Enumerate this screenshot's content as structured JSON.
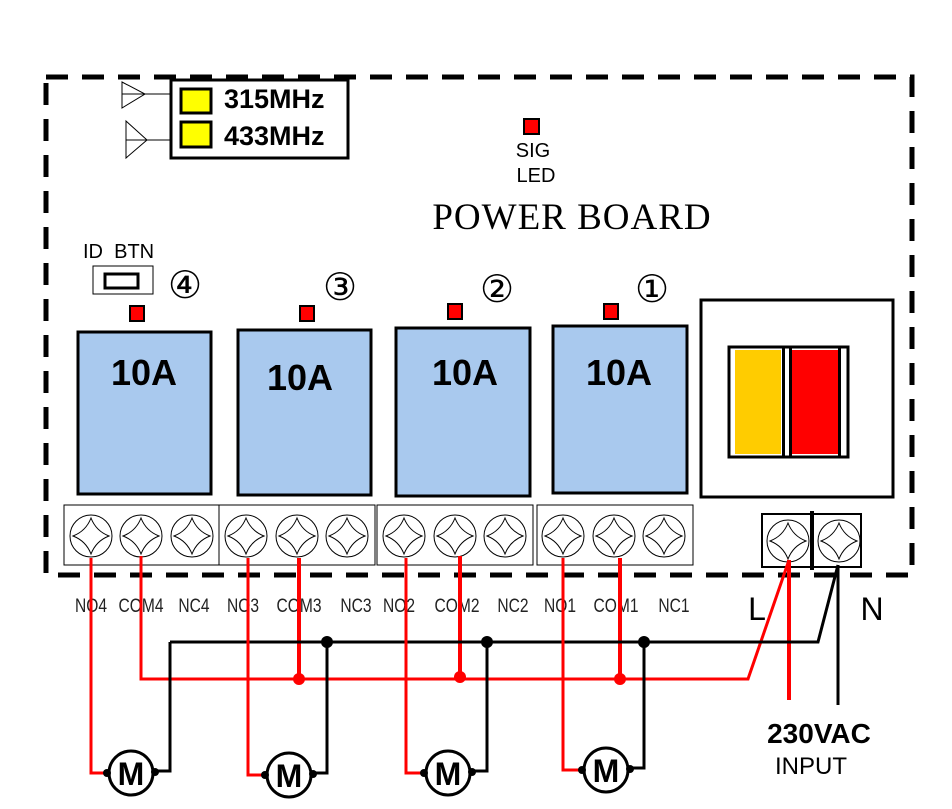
{
  "board": {
    "title": "POWER BOARD",
    "sig_led": {
      "line1": "SIG",
      "line2": "LED",
      "color": "#ff0000"
    },
    "id_button": {
      "label": "ID  BTN"
    },
    "frequencies": [
      {
        "label": "315MHz",
        "indicator_color": "#ffff00"
      },
      {
        "label": "433MHz",
        "indicator_color": "#ffff00"
      }
    ]
  },
  "relays": [
    {
      "channel": "④",
      "rating": "10A",
      "led_color": "#ff0000"
    },
    {
      "channel": "③",
      "rating": "10A",
      "led_color": "#ff0000"
    },
    {
      "channel": "②",
      "rating": "10A",
      "led_color": "#ff0000"
    },
    {
      "channel": "①",
      "rating": "10A",
      "led_color": "#ff0000"
    }
  ],
  "relay_fill": "#a9c9ee",
  "terminal_labels": [
    "NO4",
    "COM4",
    "NC4",
    "NO3",
    "COM3",
    "NC3",
    "NO2",
    "COM2",
    "NC2",
    "NO1",
    "COM1",
    "NC1"
  ],
  "power_terminal": {
    "labels": [
      "L",
      "N"
    ],
    "fuse_colors": [
      "#ffcc00",
      "#ff0000"
    ]
  },
  "power_input": {
    "voltage": "230VAC",
    "label": "INPUT"
  },
  "motors": [
    {
      "label": "M"
    },
    {
      "label": "M"
    },
    {
      "label": "M"
    },
    {
      "label": "M"
    }
  ],
  "wire_colors": {
    "live": "#ff0000",
    "neutral": "#000000"
  }
}
